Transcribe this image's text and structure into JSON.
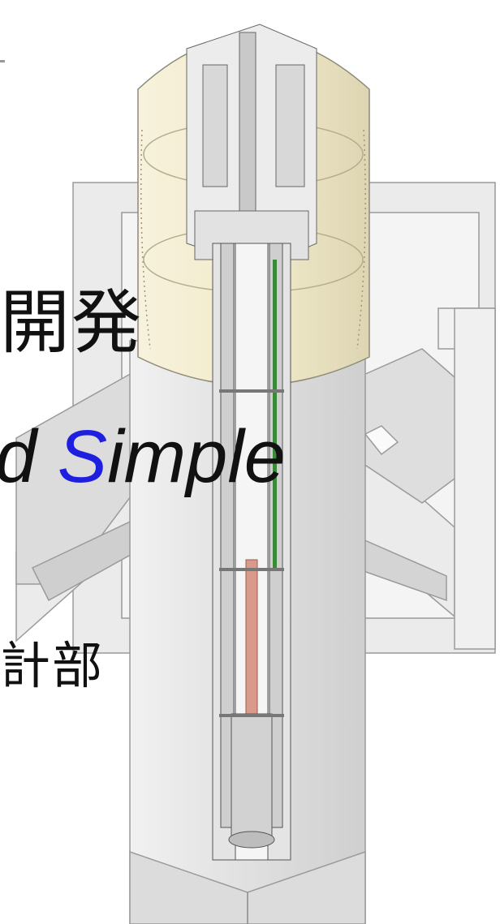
{
  "title_fragment": "開発",
  "subtitle": {
    "part1": "d ",
    "highlight": "S",
    "part2": "imple"
  },
  "department_fragment": "計部",
  "colors": {
    "highlight": "#1f1fe0",
    "structure_fill": "#e6e6e6",
    "vessel_fill": "#f3efdc",
    "line": "#555555"
  }
}
